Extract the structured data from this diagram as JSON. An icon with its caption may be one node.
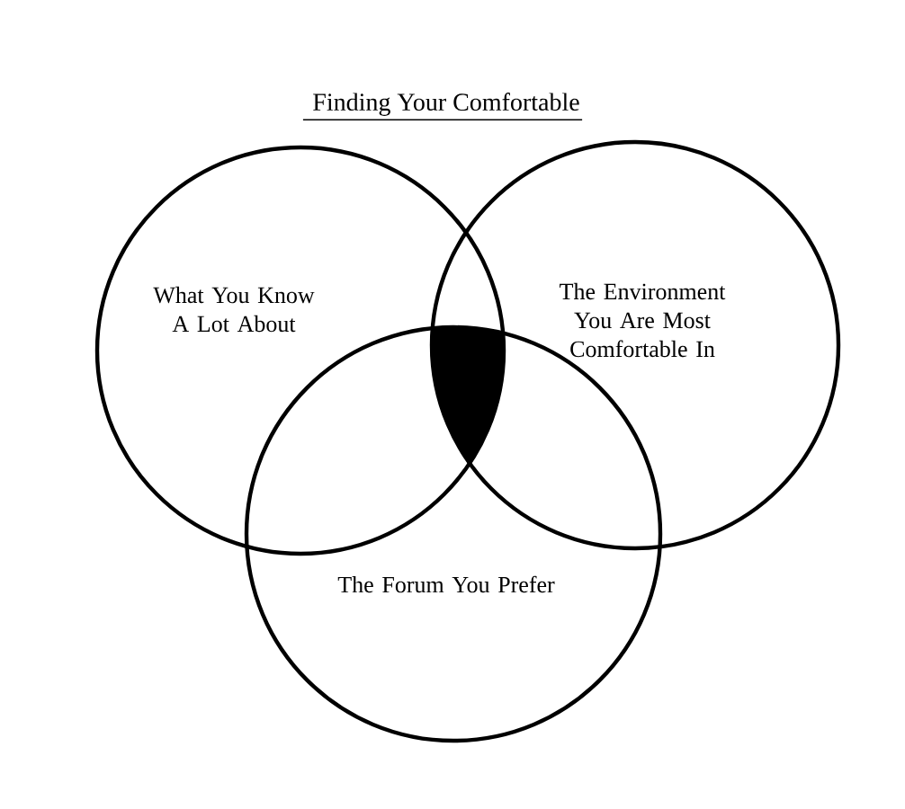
{
  "diagram": {
    "title": "Finding Your Comfortable",
    "nodes": [
      {
        "text": [
          "What You Know A Lot About"
        ]
      },
      {
        "text": [
          "The Environment You Are Most Comfortable In"
        ]
      },
      {
        "text": [
          "The Forum You Prefer"
        ]
      }
    ]
  }
}
